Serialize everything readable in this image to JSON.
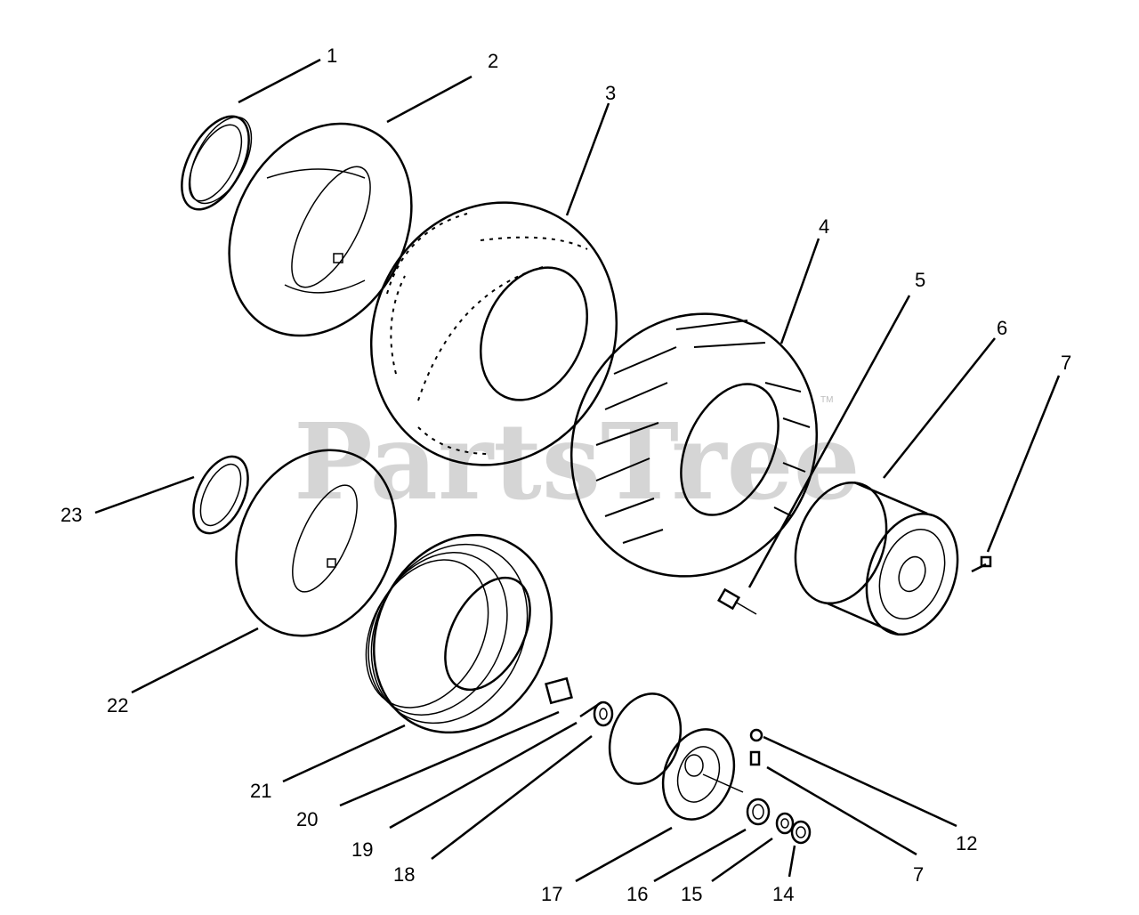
{
  "watermark": {
    "text": "PartsTree",
    "trademark": "TM"
  },
  "callouts": [
    {
      "id": "1",
      "label": "1"
    },
    {
      "id": "2",
      "label": "2"
    },
    {
      "id": "3",
      "label": "3"
    },
    {
      "id": "4",
      "label": "4"
    },
    {
      "id": "5",
      "label": "5"
    },
    {
      "id": "6",
      "label": "6"
    },
    {
      "id": "7a",
      "label": "7"
    },
    {
      "id": "7b",
      "label": "7"
    },
    {
      "id": "12",
      "label": "12"
    },
    {
      "id": "14",
      "label": "14"
    },
    {
      "id": "15",
      "label": "15"
    },
    {
      "id": "16",
      "label": "16"
    },
    {
      "id": "17",
      "label": "17"
    },
    {
      "id": "18",
      "label": "18"
    },
    {
      "id": "19",
      "label": "19"
    },
    {
      "id": "20",
      "label": "20"
    },
    {
      "id": "21",
      "label": "21"
    },
    {
      "id": "22",
      "label": "22"
    },
    {
      "id": "23",
      "label": "23"
    }
  ]
}
